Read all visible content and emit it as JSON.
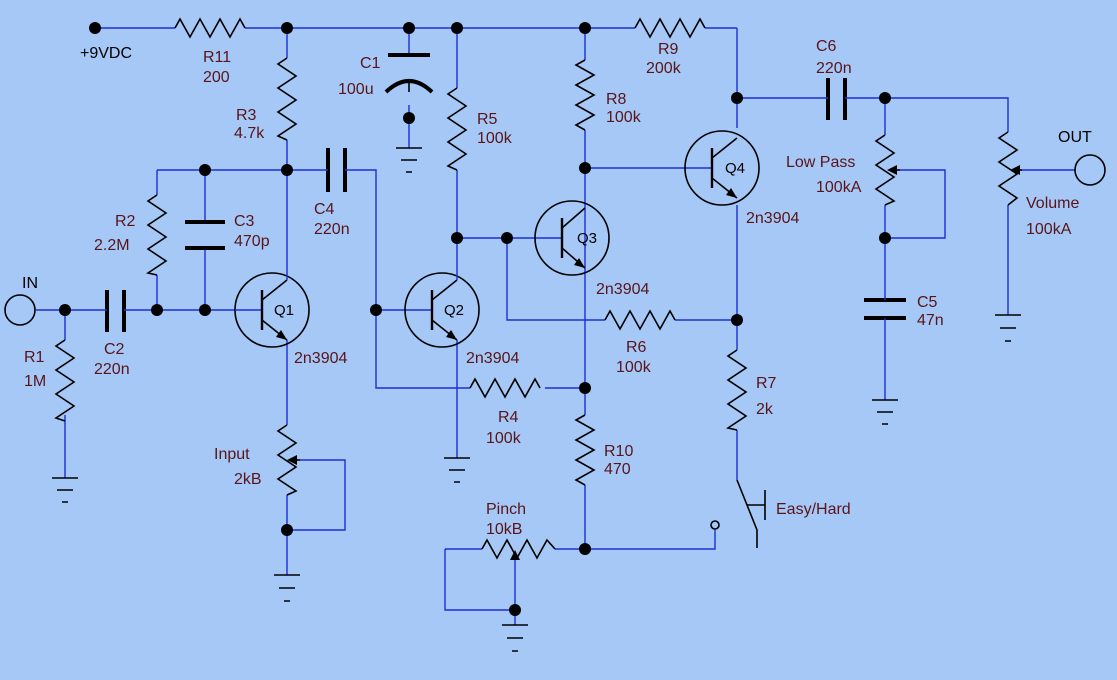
{
  "labels": {
    "supply": "+9VDC",
    "in": "IN",
    "out": "OUT",
    "switch": "Easy/Hard"
  },
  "components": {
    "R11": {
      "ref": "R11",
      "value": "200"
    },
    "R3": {
      "ref": "R3",
      "value": "4.7k"
    },
    "C1": {
      "ref": "C1",
      "value": "100u"
    },
    "R5": {
      "ref": "R5",
      "value": "100k"
    },
    "R8": {
      "ref": "R8",
      "value": "100k"
    },
    "R9": {
      "ref": "R9",
      "value": "200k"
    },
    "C6": {
      "ref": "C6",
      "value": "220n"
    },
    "R2": {
      "ref": "R2",
      "value": "2.2M"
    },
    "C3": {
      "ref": "C3",
      "value": "470p"
    },
    "C4": {
      "ref": "C4",
      "value": "220n"
    },
    "R1": {
      "ref": "R1",
      "value": "1M"
    },
    "C2": {
      "ref": "C2",
      "value": "220n"
    },
    "Q1": {
      "ref": "Q1",
      "value": "2n3904"
    },
    "Q2": {
      "ref": "Q2",
      "value": "2n3904"
    },
    "Q3": {
      "ref": "Q3",
      "value": "2n3904"
    },
    "Q4": {
      "ref": "Q4",
      "value": "2n3904"
    },
    "R6": {
      "ref": "R6",
      "value": "100k"
    },
    "R4": {
      "ref": "R4",
      "value": "100k"
    },
    "R10": {
      "ref": "R10",
      "value": "470"
    },
    "R7": {
      "ref": "R7",
      "value": "2k"
    },
    "C5": {
      "ref": "C5",
      "value": "47n"
    },
    "POT_INPUT": {
      "ref": "Input",
      "value": "2kB"
    },
    "POT_PINCH": {
      "ref": "Pinch",
      "value": "10kB"
    },
    "POT_LOWPASS": {
      "ref": "Low Pass",
      "value": "100kA"
    },
    "POT_VOLUME": {
      "ref": "Volume",
      "value": "100kA"
    }
  },
  "colors": {
    "background": "#a5c8f7",
    "wire": "#1e2fd6",
    "component": "#000000",
    "label": "#5a1418"
  }
}
